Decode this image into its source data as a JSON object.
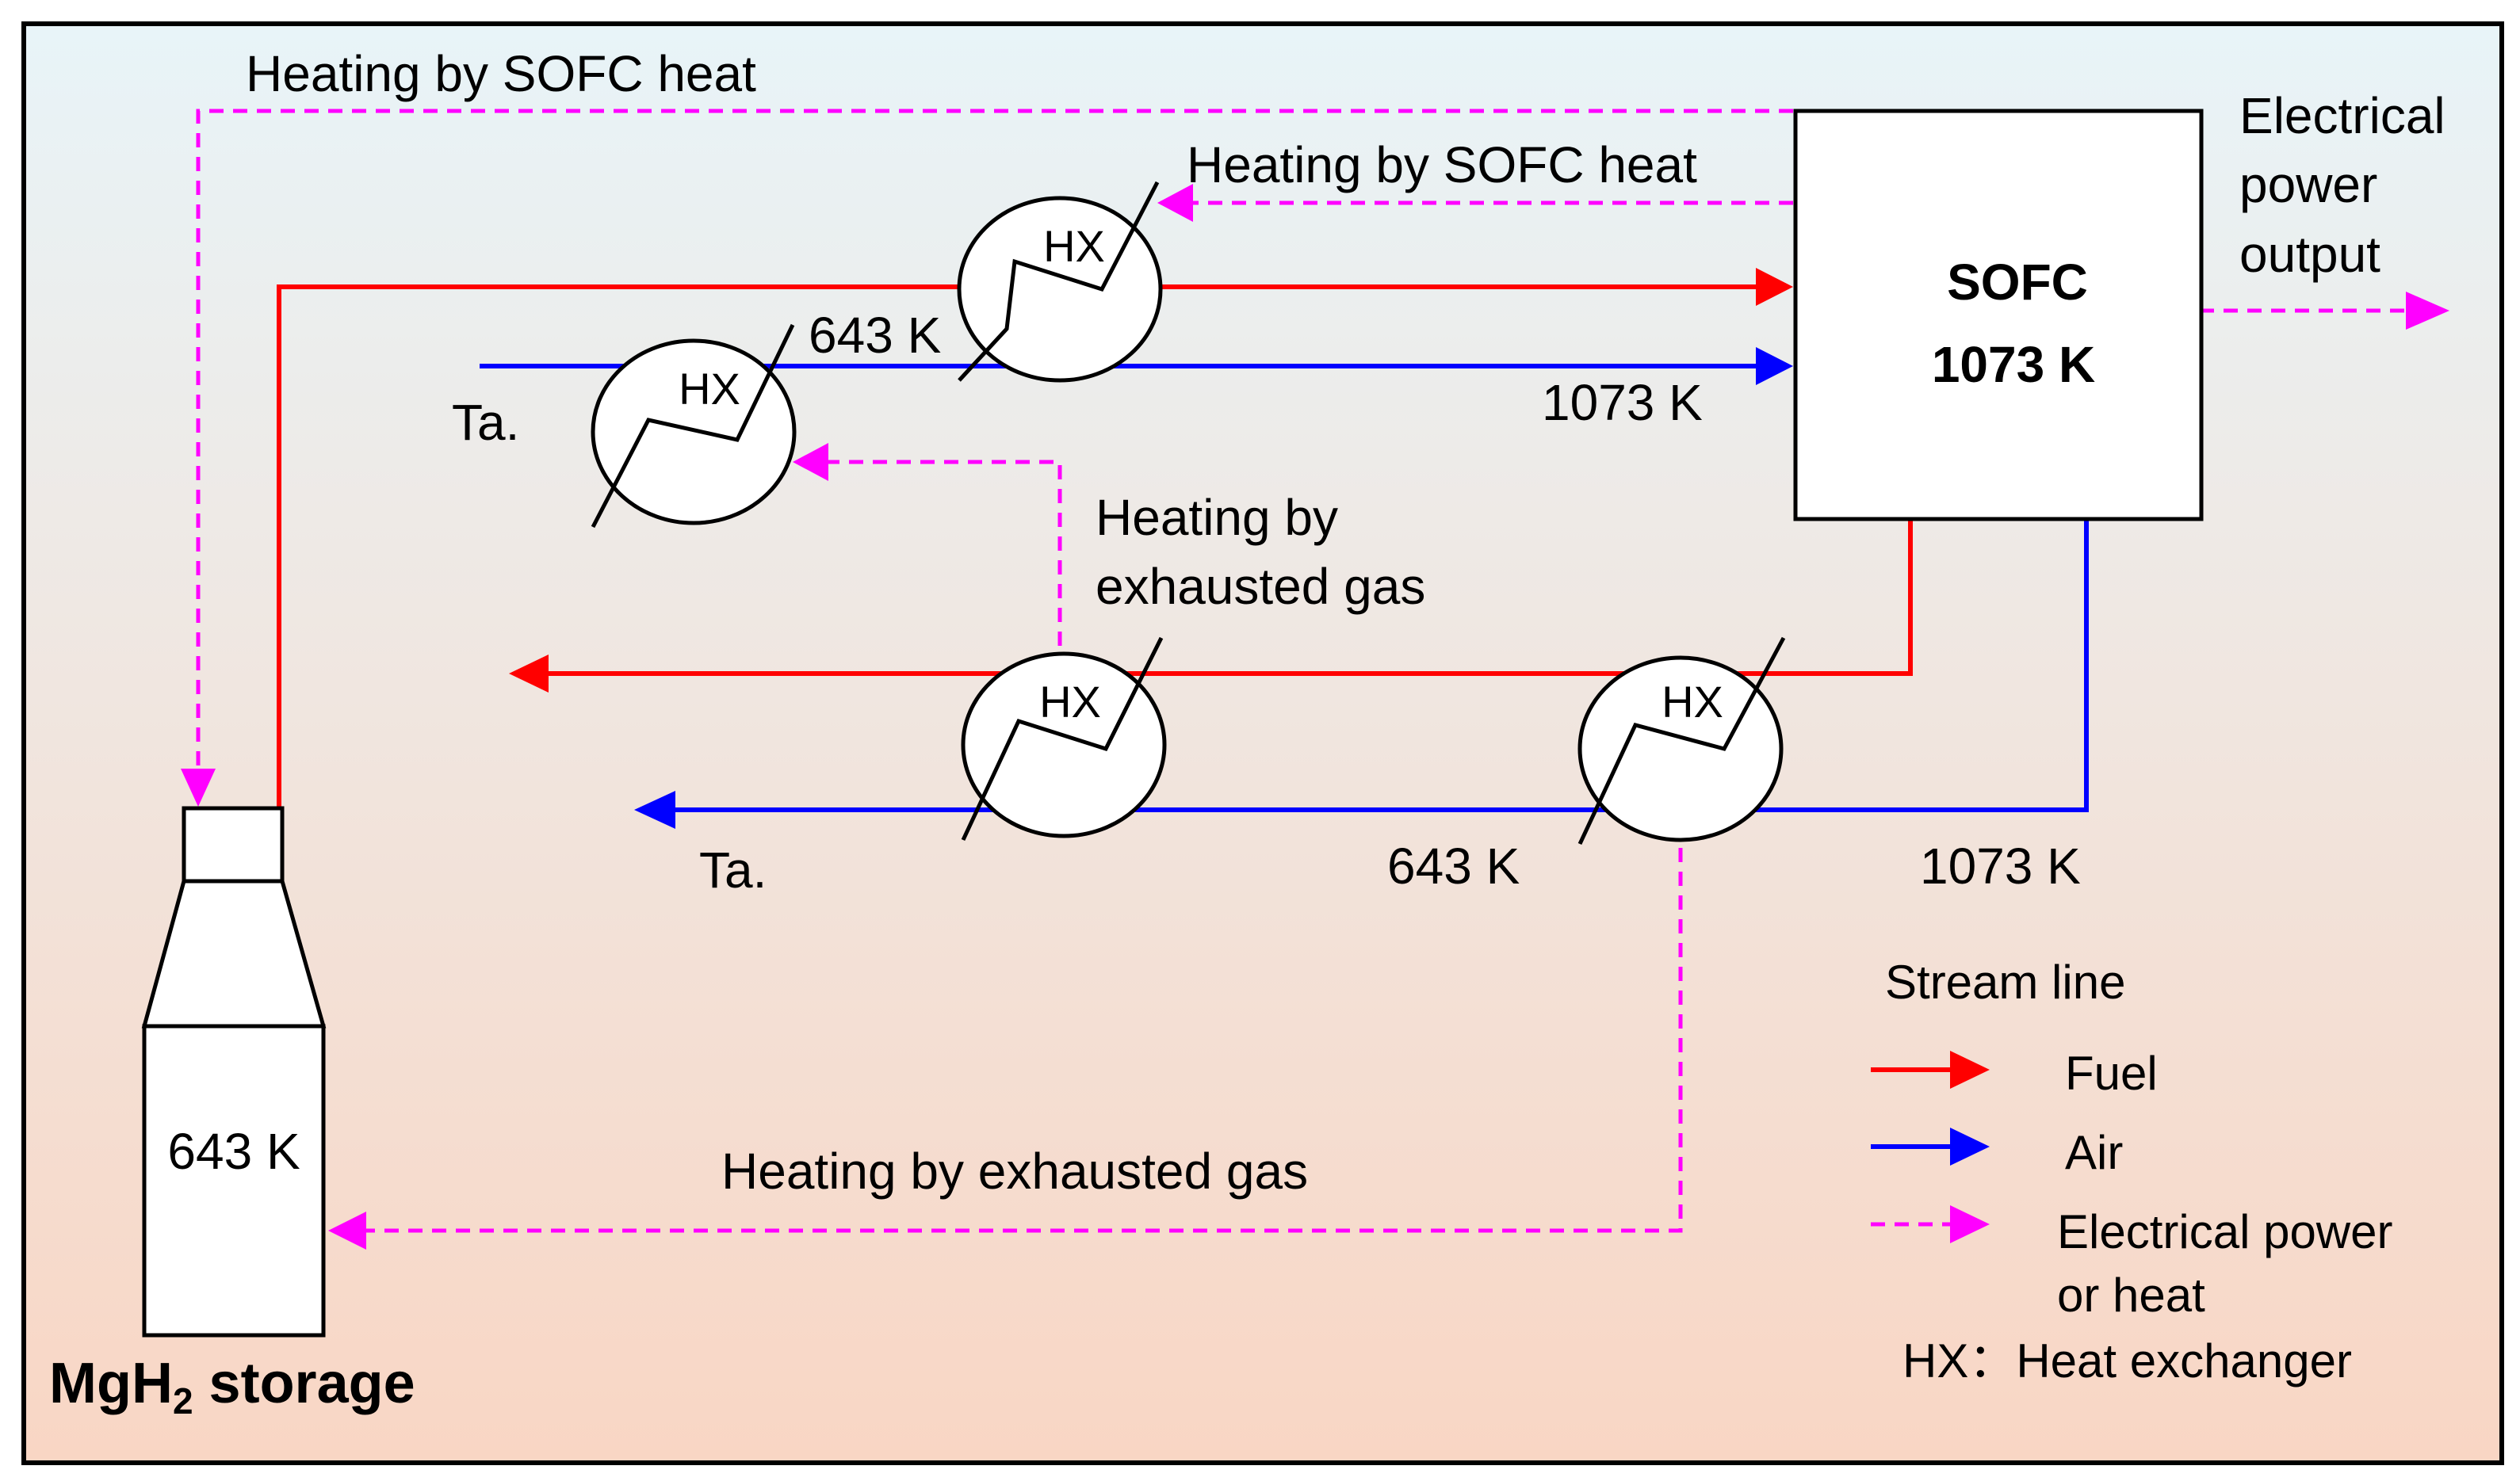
{
  "colors": {
    "fuel": "#ff0000",
    "air": "#0000ff",
    "power_heat": "#ff00ff",
    "bg_top": "#e8f4f8",
    "bg_bottom": "#f9d6c4"
  },
  "labels": {
    "heating_sofc_top": "Heating by SOFC heat",
    "heating_sofc_mid": "Heating by SOFC heat",
    "electrical_output_l1": "Electrical",
    "electrical_output_l2": "power",
    "electrical_output_l3": "output",
    "sofc_title": "SOFC",
    "sofc_temp": "1073 K",
    "temp_643_top": "643 K",
    "temp_1073_air_in": "1073 K",
    "ta_top": "Ta.",
    "heating_exhaust_l1": "Heating by",
    "heating_exhaust_l2": "exhausted gas",
    "ta_bottom": "Ta.",
    "temp_643_bottom": "643 K",
    "temp_1073_bottom": "1073 K",
    "heating_exhaust_bottom": "Heating by exhausted gas",
    "storage_temp": "643 K",
    "storage_label_main": "MgH",
    "storage_label_sub": "2",
    "storage_label_rest": " storage",
    "hx": "HX"
  },
  "legend": {
    "title": "Stream line",
    "fuel": "Fuel",
    "air": "Air",
    "power_heat_l1": "Electrical power",
    "power_heat_l2": "or heat",
    "hx_note": "HX：Heat exchanger"
  }
}
